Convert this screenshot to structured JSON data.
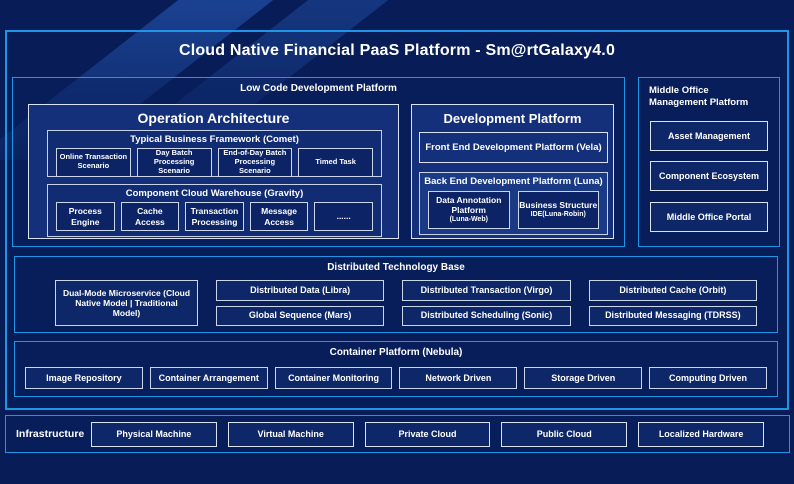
{
  "title": "Cloud Native Financial PaaS Platform - Sm@rtGalaxy4.0",
  "colors": {
    "accent_border": "#1f95e5",
    "background": "#081d57",
    "panel_fill": "#14307b",
    "leaf_fill": "#0c2366",
    "leaf_border": "#ccd6e9",
    "text": "#ffffff"
  },
  "low_code": {
    "label": "Low Code Development Platform",
    "operation_architecture": {
      "title": "Operation Architecture",
      "comet": {
        "label": "Typical Business Framework (Comet)",
        "items": [
          "Online Transaction Scenario",
          "Day Batch Processing Scenario",
          "End-of-Day Batch Processing Scenario",
          "Timed Task"
        ]
      },
      "gravity": {
        "label": "Component Cloud Warehouse (Gravity)",
        "items": [
          "Process Engine",
          "Cache Access",
          "Transaction Processing",
          "Message Access",
          "......"
        ]
      }
    },
    "development_platform": {
      "title": "Development Platform",
      "front_end_label": "Front End Development Platform (Vela)",
      "back_end": {
        "label": "Back End Development Platform (Luna)",
        "items": [
          [
            "Data Annotation Platform",
            "(Luna-Web)"
          ],
          [
            "Business Structure",
            "IDE(Luna-Robin)"
          ]
        ]
      }
    }
  },
  "middle_office": {
    "label": "Middle Office Management Platform",
    "items": [
      "Asset Management",
      "Component Ecosystem",
      "Middle Office Portal"
    ]
  },
  "distributed": {
    "label": "Distributed Technology Base",
    "dual_mode_label": "Dual-Mode Microservice (Cloud Native Model | Traditional Model)",
    "columns": [
      [
        "Distributed Data (Libra)",
        "Global Sequence (Mars)"
      ],
      [
        "Distributed Transaction (Virgo)",
        "Distributed Scheduling (Sonic)"
      ],
      [
        "Distributed Cache (Orbit)",
        "Distributed Messaging (TDRSS)"
      ]
    ]
  },
  "container_platform": {
    "label": "Container Platform (Nebula)",
    "items": [
      "Image Repository",
      "Container Arrangement",
      "Container Monitoring",
      "Network Driven",
      "Storage Driven",
      "Computing Driven"
    ]
  },
  "infrastructure": {
    "label": "Infrastructure",
    "items": [
      "Physical Machine",
      "Virtual Machine",
      "Private Cloud",
      "Public Cloud",
      "Localized Hardware"
    ]
  }
}
